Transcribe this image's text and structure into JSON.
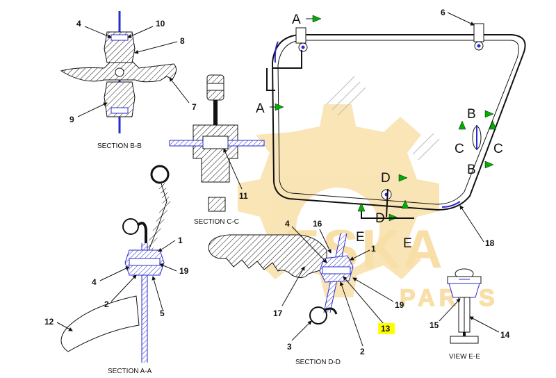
{
  "watermark": {
    "brand": "ESKA",
    "sub": "PARTS",
    "color": "#f6d48a"
  },
  "colors": {
    "line": "#111111",
    "part": "#2a2ad0",
    "arrow": "#00b000",
    "highlight": "#ffff00"
  },
  "sections": {
    "bb": {
      "title": "SECTION B-B",
      "callouts": [
        "4",
        "10",
        "8",
        "7",
        "9"
      ]
    },
    "cc": {
      "title": "SECTION C-C",
      "callouts": [
        "11"
      ]
    },
    "aa": {
      "title": "SECTION A-A",
      "callouts": [
        "1",
        "19",
        "4",
        "2",
        "5",
        "12"
      ]
    },
    "dd": {
      "title": "SECTION D-D",
      "callouts": [
        "4",
        "16",
        "1",
        "17",
        "19",
        "3",
        "2",
        "13"
      ]
    },
    "ee": {
      "title": "VIEW E-E",
      "callouts": [
        "15",
        "14"
      ]
    }
  },
  "window": {
    "callouts": [
      "6",
      "18"
    ]
  },
  "view_marks": {
    "a": "A",
    "b": "B",
    "c": "C",
    "d": "D",
    "e": "E"
  },
  "highlighted_callout": "13"
}
